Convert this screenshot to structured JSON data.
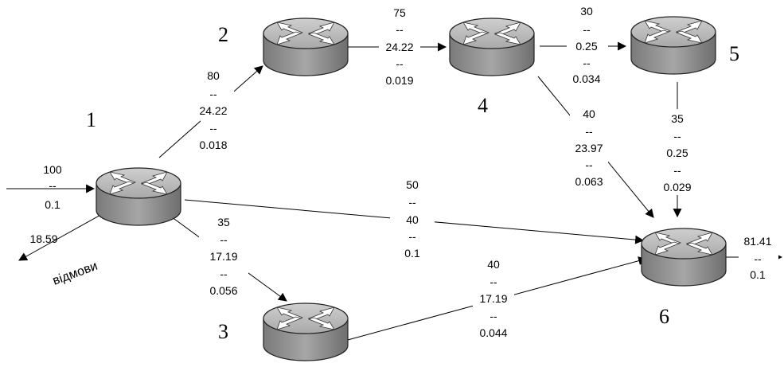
{
  "diagram": {
    "node_numbers": {
      "n1": "1",
      "n2": "2",
      "n3": "3",
      "n4": "4",
      "n5": "5",
      "n6": "6"
    },
    "edges": {
      "input": {
        "top": "100",
        "sep": "--",
        "bottom": "0.1"
      },
      "e1_2": {
        "v1": "80",
        "s1": "--",
        "v2": "24.22",
        "s2": "--",
        "v3": "0.018"
      },
      "e2_4": {
        "v1": "75",
        "s1": "--",
        "v2": "24.22",
        "s2": "--",
        "v3": "0.019"
      },
      "e4_5": {
        "v1": "30",
        "s1": "--",
        "v2": "0.25",
        "s2": "--",
        "v3": "0.034"
      },
      "e4_6": {
        "v1": "40",
        "s1": "--",
        "v2": "23.97",
        "s2": "--",
        "v3": "0.063"
      },
      "e5_6": {
        "v1": "35",
        "s1": "--",
        "v2": "0.25",
        "s2": "--",
        "v3": "0.029"
      },
      "e1_6": {
        "v1": "50",
        "s1": "--",
        "v2": "40",
        "s2": "--",
        "v3": "0.1"
      },
      "e1_3": {
        "v1": "35",
        "s1": "--",
        "v2": "17.19",
        "s2": "--",
        "v3": "0.056"
      },
      "e3_6": {
        "v1": "40",
        "s1": "--",
        "v2": "17.19",
        "s2": "--",
        "v3": "0.044"
      },
      "output": {
        "top": "81.41",
        "sep": "--",
        "bottom": "0.1"
      },
      "reject": {
        "value": "18.59",
        "label": "відмови"
      }
    }
  }
}
